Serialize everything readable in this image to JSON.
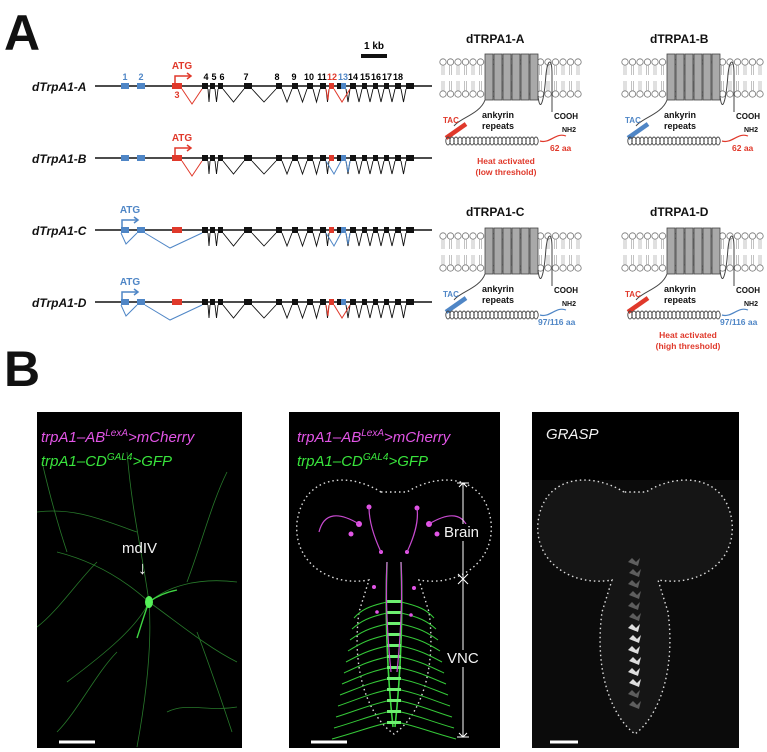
{
  "panel_a": {
    "letter": "A",
    "scale_bar": "1 kb",
    "genes": [
      {
        "label": "dTrpA1-A"
      },
      {
        "label": "dTrpA1-B"
      },
      {
        "label": "dTrpA1-C"
      },
      {
        "label": "dTrpA1-D"
      }
    ],
    "atg": "ATG",
    "exon_numbers": [
      "1",
      "2",
      "3",
      "4",
      "5",
      "6",
      "7",
      "8",
      "9",
      "10",
      "11",
      "12",
      "13",
      "14",
      "15",
      "16",
      "17",
      "18"
    ],
    "proteins": [
      {
        "title": "dTRPA1-A",
        "tac": "TAC",
        "ankyrin": "ankyrin repeats",
        "cooh": "COOH",
        "nh2": "NH2",
        "length": "62 aa",
        "note1": "Heat activated",
        "note2": "(low threshold)"
      },
      {
        "title": "dTRPA1-B",
        "tac": "TAC",
        "ankyrin": "ankyrin repeats",
        "cooh": "COOH",
        "nh2": "NH2",
        "length": "62 aa",
        "note1": "",
        "note2": ""
      },
      {
        "title": "dTRPA1-C",
        "tac": "TAC",
        "ankyrin": "ankyrin repeats",
        "cooh": "COOH",
        "nh2": "NH2",
        "length": "97/116 aa",
        "note1": "",
        "note2": ""
      },
      {
        "title": "dTRPA1-D",
        "tac": "TAC",
        "ankyrin": "ankyrin repeats",
        "cooh": "COOH",
        "nh2": "NH2",
        "length": "97/116 aa",
        "note1": "Heat activated",
        "note2": "(high threshold)"
      }
    ],
    "colors": {
      "red": "#e0392b",
      "blue": "#4f86c6",
      "gray": "#a9a9a9"
    }
  },
  "panel_b": {
    "letter": "B",
    "left": {
      "line1": "trpA1–AB",
      "line1_sup": "LexA",
      "line1_tail": ">mCherry",
      "line2": "trpA1–CD",
      "line2_sup": "GAL4",
      "line2_tail": ">GFP",
      "cell_label": "mdIV",
      "arrow": "↓"
    },
    "middle": {
      "line1": "trpA1–AB",
      "line1_sup": "LexA",
      "line1_tail": ">mCherry",
      "line2": "trpA1–CD",
      "line2_sup": "GAL4",
      "line2_tail": ">GFP",
      "brain": "Brain",
      "vnc": "VNC"
    },
    "right": {
      "label": "GRASP"
    },
    "colors": {
      "magenta": "#e255e6",
      "green": "#39e43c"
    }
  }
}
